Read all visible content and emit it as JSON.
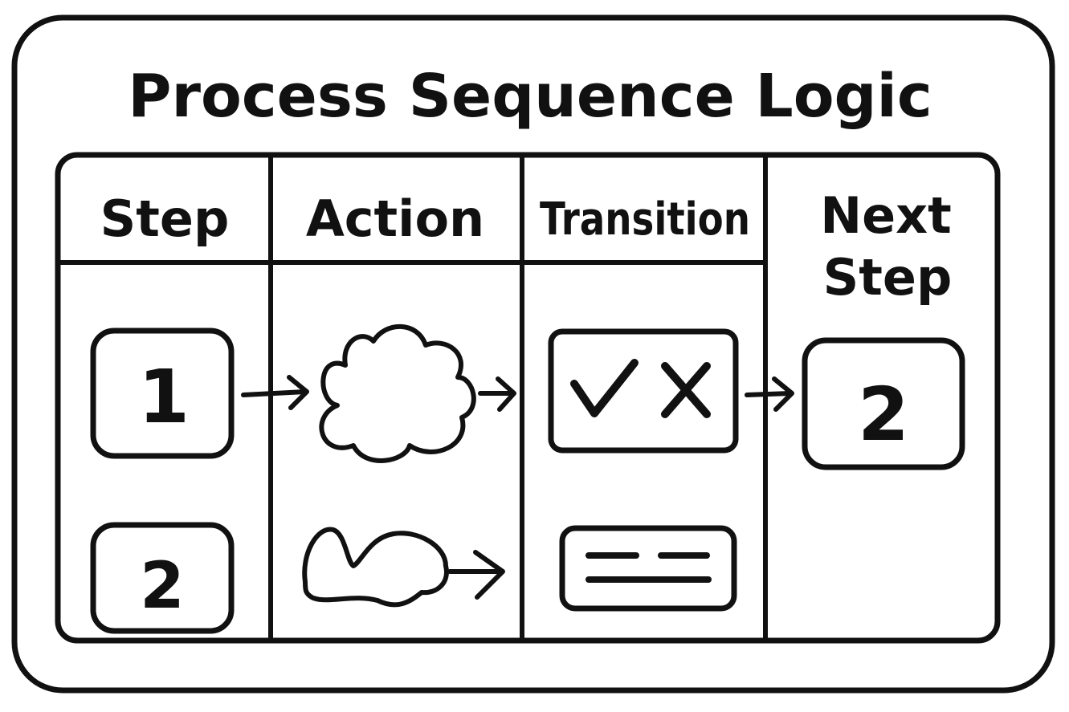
{
  "title": "Process Sequence Logic",
  "headers": {
    "step": "Step",
    "action": "Action",
    "transition": "Transition",
    "next_step_line1": "Next",
    "next_step_line2": "Step"
  },
  "rows": [
    {
      "step": "1",
      "next_step": "2"
    },
    {
      "step": "2"
    }
  ],
  "icons": {
    "row1_action": "cloud-icon",
    "row1_transition": "check-cross-icon",
    "row2_action": "blob-shape-icon",
    "row2_transition": "text-lines-icon"
  },
  "colors": {
    "ink": "#111111",
    "background": "#ffffff"
  }
}
